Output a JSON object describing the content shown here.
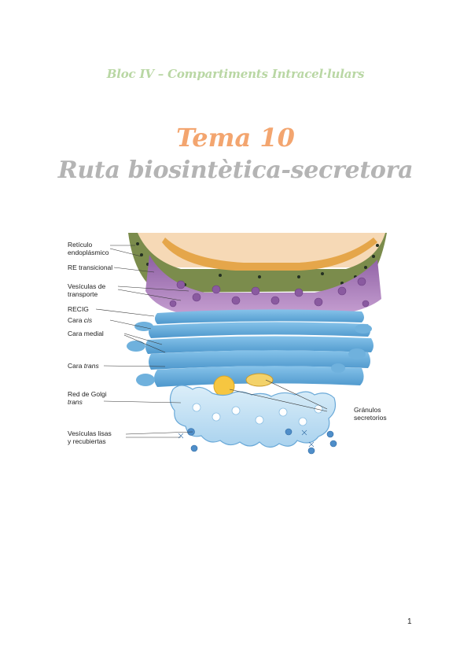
{
  "header": {
    "bloc": "Bloc IV – Compartiments Intracel·lulars",
    "tema": "Tema 10",
    "title": "Ruta biosintètica-secretora"
  },
  "figure": {
    "labels": {
      "reticulo_1": "Retículo",
      "reticulo_2": "endoplásmico",
      "re_transicional": "RE transicional",
      "vesiculas_transporte_1": "Vesículas de",
      "vesiculas_transporte_2": "transporte",
      "recig": "RECIG",
      "cara_cis_1": "Cara ",
      "cara_cis_2": "cis",
      "cara_medial": "Cara medial",
      "cara_trans_1": "Cara ",
      "cara_trans_2": "trans",
      "red_golgi_1": "Red de Golgi",
      "red_golgi_2": "trans",
      "vesiculas_lisas_1": "Vesículas lisas",
      "vesiculas_lisas_2": "y recubiertas",
      "granulos_1": "Gránulos",
      "granulos_2": "secretorios"
    },
    "colors": {
      "er_green": "#7a8a4a",
      "er_purple": "#a87ab8",
      "golgi_blue": "#5aa6d6",
      "nucleus": "#f6d6b0",
      "granule_yellow": "#f6c640"
    }
  },
  "footer": {
    "page_number": "1"
  }
}
